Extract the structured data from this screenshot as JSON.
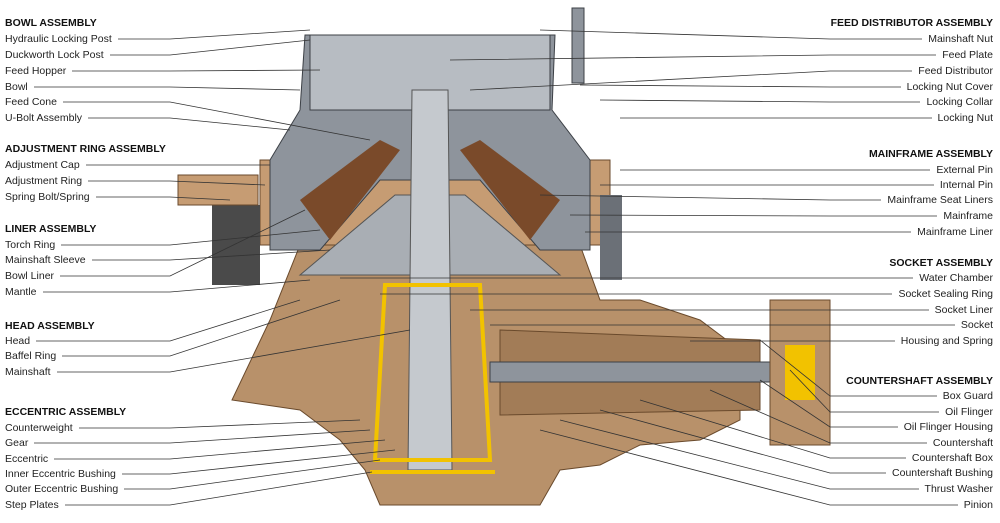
{
  "left_groups": [
    {
      "title": "BOWL ASSEMBLY",
      "items": [
        "Hydraulic Locking Post",
        "Duckworth Lock Post",
        "Feed Hopper",
        "Bowl",
        "Feed Cone",
        "U-Bolt Assembly"
      ]
    },
    {
      "title": "ADJUSTMENT RING ASSEMBLY",
      "items": [
        "Adjustment Cap",
        "Adjustment Ring",
        "Spring Bolt/Spring"
      ]
    },
    {
      "title": "LINER ASSEMBLY",
      "items": [
        "Torch Ring",
        "Mainshaft Sleeve",
        "Bowl Liner",
        "Mantle"
      ]
    },
    {
      "title": "HEAD ASSEMBLY",
      "items": [
        "Head",
        "Baffel Ring",
        "Mainshaft"
      ]
    },
    {
      "title": "ECCENTRIC ASSEMBLY",
      "items": [
        "Counterweight",
        "Gear",
        "Eccentric",
        "Inner Eccentric Bushing",
        "Outer Eccentric Bushing",
        "Step Plates"
      ]
    }
  ],
  "right_groups": [
    {
      "title": "FEED DISTRIBUTOR ASSEMBLY",
      "items": [
        "Mainshaft Nut",
        "Feed Plate",
        "Feed Distributor",
        "Locking Nut Cover",
        "Locking Collar",
        "Locking Nut"
      ]
    },
    {
      "title": "MAINFRAME ASSEMBLY",
      "items": [
        "External Pin",
        "Internal Pin",
        "Mainframe Seat Liners",
        "Mainframe",
        "Mainframe Liner"
      ]
    },
    {
      "title": "SOCKET ASSEMBLY",
      "items": [
        "Water Chamber",
        "Socket Sealing Ring",
        "Socket Liner",
        "Socket",
        "Housing and Spring"
      ]
    },
    {
      "title": "COUNTERSHAFT ASSEMBLY",
      "items": [
        "Box Guard",
        "Oil Flinger",
        "Oil Flinger Housing",
        "Countershaft",
        "Countershaft Box",
        "Countershaft Bushing",
        "Thrust Washer",
        "Pinion"
      ]
    }
  ],
  "colors": {
    "frame": "#b8916a",
    "frame_dark": "#7a5232",
    "steel": "#9aa0a8",
    "steel_dark": "#5b6068",
    "liner": "#f2c200",
    "wear": "#d61f26"
  }
}
